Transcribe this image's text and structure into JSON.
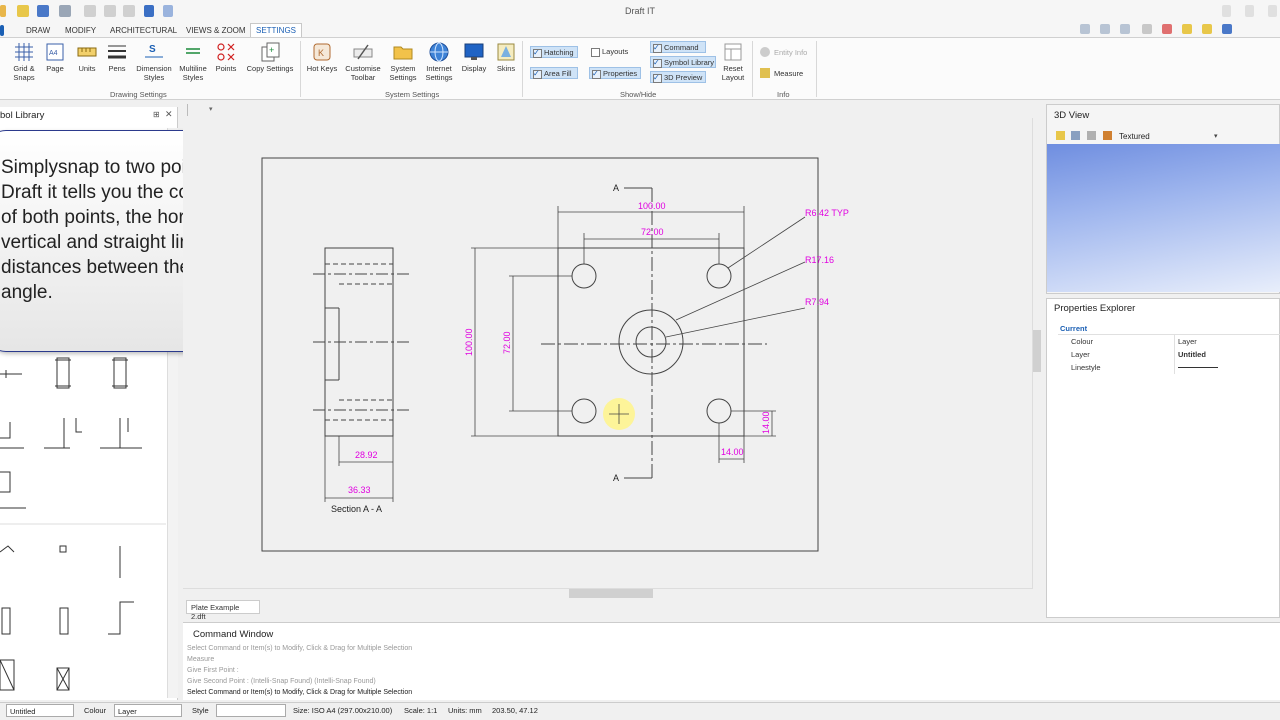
{
  "app": {
    "title": "Draft IT"
  },
  "tabs": [
    {
      "label": "DRAW"
    },
    {
      "label": "MODIFY"
    },
    {
      "label": "ARCHITECTURAL"
    },
    {
      "label": "VIEWS & ZOOM"
    },
    {
      "label": "SETTINGS"
    }
  ],
  "ribbon": {
    "drawing_settings": {
      "group_label": "Drawing Settings",
      "buttons": [
        "Grid & Snaps",
        "Page",
        "Units",
        "Pens",
        "Dimension Styles",
        "Multiline Styles",
        "Points",
        "Copy Settings"
      ]
    },
    "system_settings": {
      "group_label": "System Settings",
      "buttons": [
        "Hot Keys",
        "Customise Toolbar",
        "System Settings",
        "Internet Settings",
        "Display",
        "Skins"
      ]
    },
    "show_hide": {
      "group_label": "Show/Hide",
      "checks": [
        {
          "label": "Hatching",
          "on": true
        },
        {
          "label": "Area Fill",
          "on": true
        },
        {
          "label": "Layouts",
          "on": false
        },
        {
          "label": "Properties",
          "on": true
        },
        {
          "label": "Command",
          "on": true
        },
        {
          "label": "Symbol Library",
          "on": true
        },
        {
          "label": "3D Preview",
          "on": true
        }
      ],
      "reset_layout": "Reset Layout"
    },
    "info": {
      "group_label": "Info",
      "entity_info": "Entity Info",
      "measure": "Measure"
    }
  },
  "left_panel": {
    "title": "bol Library",
    "tooltip": "Simplysnap to two points and Draft it tells you the coordinates of both points, the horizontal, vertical and straight line distances between them and the angle."
  },
  "drawing": {
    "section_mark": "A",
    "dims": {
      "d100_h": "100.00",
      "d72_h": "72.00",
      "d100_v": "100.00",
      "d72_v": "72.00",
      "d14_v": "14.00",
      "d14_h": "14.00",
      "d28": "28.92",
      "d36": "36.33",
      "r1": "R6.42 TYP",
      "r2": "R17.16",
      "r3": "R7.94"
    },
    "section_label": "Section A - A"
  },
  "doc_tab": "Plate Example 2.dft",
  "command_window": {
    "title": "Command Window",
    "lines": [
      "Select Command or Item(s) to Modify, Click & Drag for Multiple Selection",
      "Measure",
      "Give First Point :",
      "Give Second Point :  (Intelli-Snap Found) (Intelli-Snap Found)"
    ],
    "current": "Select Command or Item(s) to Modify, Click & Drag for Multiple Selection"
  },
  "view3d": {
    "title": "3D View",
    "mode": "Textured"
  },
  "properties": {
    "title": "Properties Explorer",
    "section": "Current",
    "rows": [
      {
        "key": "Colour",
        "value": "Layer"
      },
      {
        "key": "Layer",
        "value": "Untitled"
      },
      {
        "key": "Linestyle",
        "value": ""
      }
    ]
  },
  "statusbar": {
    "layer": "Untitled",
    "colour_label": "Colour",
    "colour_value": "Layer",
    "style_label": "Style",
    "size": "Size: ISO A4 (297.00x210.00)",
    "scale": "Scale: 1:1",
    "units": "Units: mm",
    "coords": "203.50, 47.12"
  },
  "colors": {
    "dimension": "#e000e0",
    "accent": "#1a5fb4"
  }
}
